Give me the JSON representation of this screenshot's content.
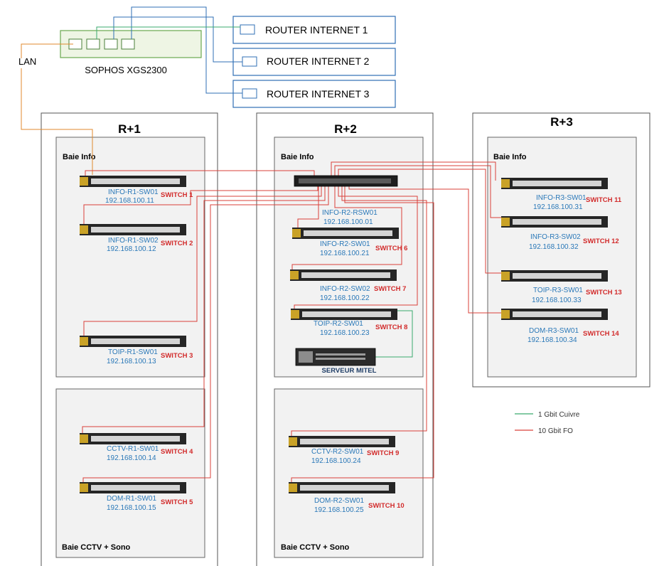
{
  "firewall": {
    "label": "SOPHOS XGS2300"
  },
  "lan_label": "LAN",
  "routers": [
    {
      "label": "ROUTER INTERNET 1"
    },
    {
      "label": "ROUTER INTERNET 2"
    },
    {
      "label": "ROUTER INTERNET 3"
    }
  ],
  "floors": [
    {
      "title": "R+1",
      "racks": [
        {
          "label": "Baie Info"
        },
        {
          "label": "Baie CCTV + Sono"
        }
      ]
    },
    {
      "title": "R+2",
      "racks": [
        {
          "label": "Baie Info"
        },
        {
          "label": "Baie CCTV + Sono"
        }
      ]
    },
    {
      "title": "R+3",
      "racks": [
        {
          "label": "Baie Info"
        }
      ]
    }
  ],
  "core_switch": {
    "name": "INFO-R2-RSW01",
    "ip": "192.168.100.01"
  },
  "switches": [
    {
      "name": "INFO-R1-SW01",
      "ip": "192.168.100.11",
      "tag": "SWITCH 1"
    },
    {
      "name": "INFO-R1-SW02",
      "ip": "192.168.100.12",
      "tag": "SWITCH 2"
    },
    {
      "name": "TOIP-R1-SW01",
      "ip": "192.168.100.13",
      "tag": "SWITCH 3"
    },
    {
      "name": "CCTV-R1-SW01",
      "ip": "192.168.100.14",
      "tag": "SWITCH 4"
    },
    {
      "name": "DOM-R1-SW01",
      "ip": "192.168.100.15",
      "tag": "SWITCH 5"
    },
    {
      "name": "INFO-R2-SW01",
      "ip": "192.168.100.21",
      "tag": "SWITCH 6"
    },
    {
      "name": "INFO-R2-SW02",
      "ip": "192.168.100.22",
      "tag": "SWITCH 7"
    },
    {
      "name": "TOIP-R2-SW01",
      "ip": "192.168.100.23",
      "tag": "SWITCH 8"
    },
    {
      "name": "CCTV-R2-SW01",
      "ip": "192.168.100.24",
      "tag": "SWITCH 9"
    },
    {
      "name": "DOM-R2-SW01",
      "ip": "192.168.100.25",
      "tag": "SWITCH 10"
    },
    {
      "name": "INFO-R3-SW01",
      "ip": "192.168.100.31",
      "tag": "SWITCH 11"
    },
    {
      "name": "INFO-R3-SW02",
      "ip": "192.168.100.32",
      "tag": "SWITCH 12"
    },
    {
      "name": "TOIP-R3-SW01",
      "ip": "192.168.100.33",
      "tag": "SWITCH 13"
    },
    {
      "name": "DOM-R3-SW01",
      "ip": "192.168.100.34",
      "tag": "SWITCH 14"
    }
  ],
  "server": {
    "label": "SERVEUR MITEL"
  },
  "legend": [
    {
      "label": "1 Gbit Cuivre",
      "color": "#3aaa6e"
    },
    {
      "label": "10 Gbit FO",
      "color": "#d9403a"
    }
  ],
  "colors": {
    "fiber": "#d9403a",
    "copper": "#3aaa6e",
    "uplink": "#2f6fb5",
    "lan": "#e08a2e",
    "label_blue": "#2a78b8",
    "tag_red": "#d22b2b"
  }
}
